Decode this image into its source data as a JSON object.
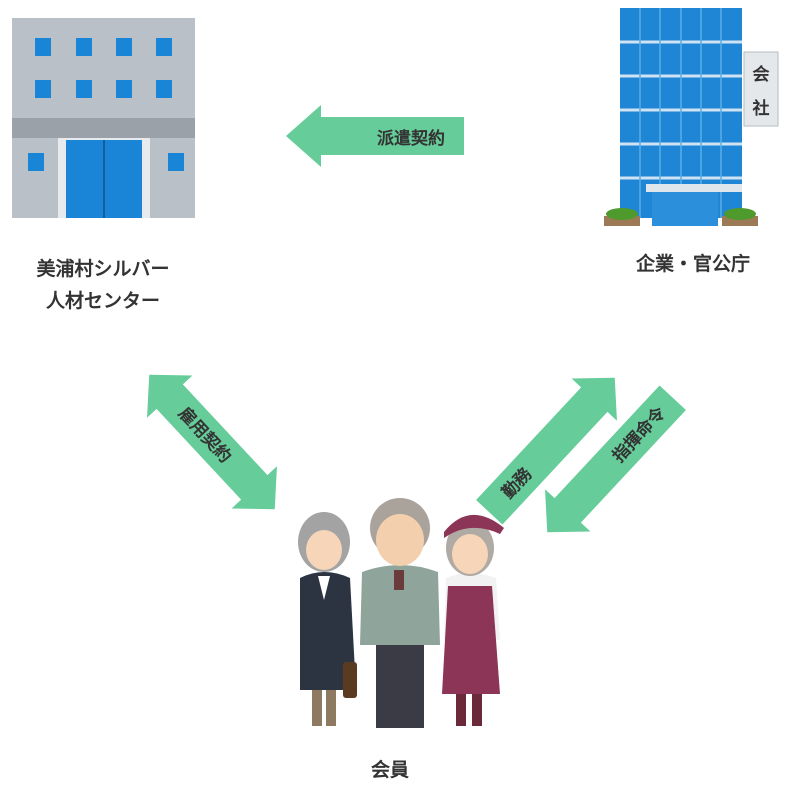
{
  "nodes": {
    "center": {
      "line1": "美浦村シルバー",
      "line2": "人材センター"
    },
    "company": {
      "label": "企業・官公庁",
      "sign": [
        "会",
        "社"
      ]
    },
    "members": {
      "label": "会員"
    }
  },
  "arrows": {
    "dispatch": "派遣契約",
    "employment": "雇用契約",
    "work": "勤務",
    "command": "指揮命令"
  },
  "colors": {
    "arrow": "#66cc99",
    "text": "#333333",
    "building_blue": "#1f86d6",
    "building_gray": "#b5bcc5"
  }
}
